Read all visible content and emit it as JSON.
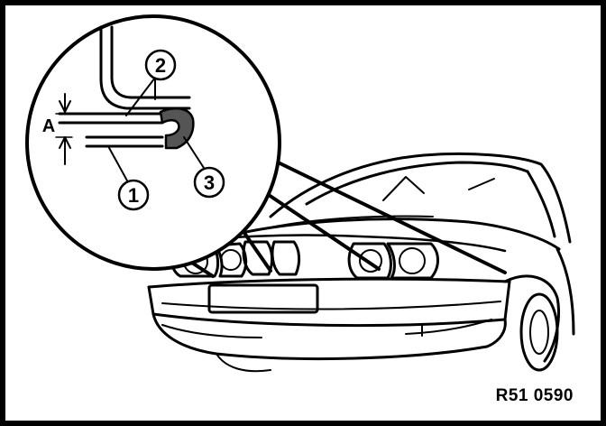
{
  "figure": {
    "reference_code": "R51 0590",
    "dimension_label": "A",
    "callouts": [
      {
        "number": "1"
      },
      {
        "number": "2"
      },
      {
        "number": "3"
      }
    ]
  }
}
